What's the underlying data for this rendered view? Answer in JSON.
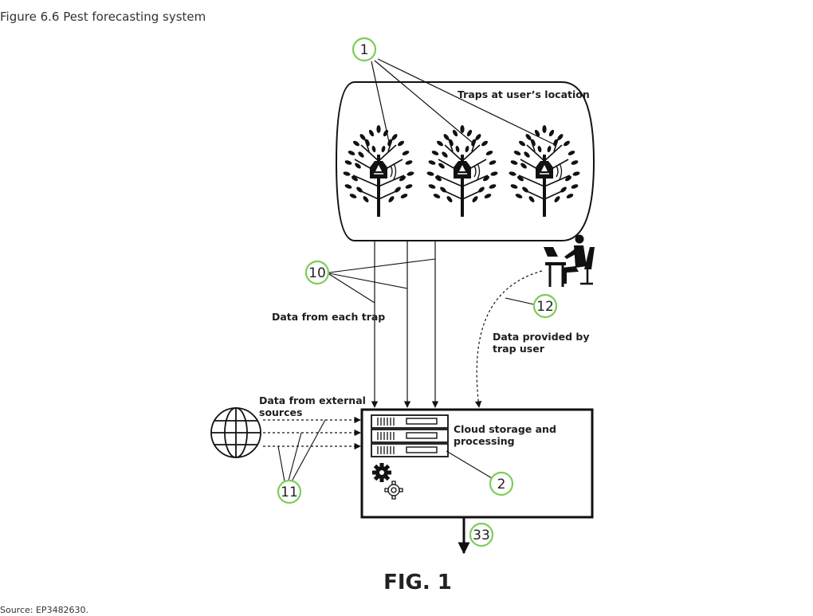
{
  "caption": "Figure 6.6 Pest forecasting system",
  "source": "Source: EP3482630.",
  "figure_label": "FIG. 1",
  "labels": {
    "traps": "Traps at user’s location",
    "data_each_trap": "Data from each trap",
    "data_user_1": "Data provided by",
    "data_user_2": "trap user",
    "external_1": "Data from external",
    "external_2": "sources",
    "cloud_1": "Cloud storage and",
    "cloud_2": "processing"
  },
  "callouts": {
    "traps": "1",
    "cloud": "2",
    "trap_data": "10",
    "external": "11",
    "user": "12",
    "output": "33"
  },
  "colors": {
    "callout_ring": "#7ccd5a",
    "ink": "#1e1e1e"
  }
}
